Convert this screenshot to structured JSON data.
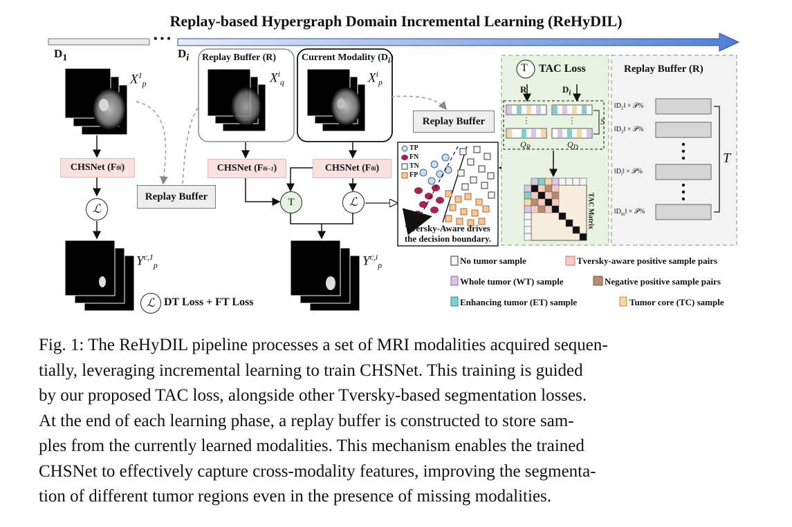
{
  "title": "Replay-based Hypergraph Domain Incremental Learning (ReHyDIL)",
  "timeline": {
    "d1": "D",
    "d1_sub": "1",
    "dots": "• • •",
    "di": "D",
    "di_sub": "i"
  },
  "left": {
    "x_label": "X",
    "x_sup": "1",
    "x_sub": "p",
    "net": "CHSNet (F",
    "net_sub": "θi",
    "net_close": ")",
    "loss_symbol": "ℒ",
    "y_label": "Y",
    "y_sup": "c,1",
    "y_sub": "p"
  },
  "replay_buffer_small": "Replay Buffer",
  "middle": {
    "rb_title": "Replay Buffer  (R)",
    "rb_x": "X",
    "rb_x_sup": "i",
    "rb_x_sub": "q",
    "cm_title": "Current Modality (D",
    "cm_title_sub": "i",
    "cm_title_close": ")",
    "cm_x": "X",
    "cm_x_sup": "i",
    "cm_x_sub": "p",
    "net_prev": "CHSNet (F",
    "net_prev_sub": "θi−1",
    "net_prev_close": ")",
    "net_cur": "CHSNet (F",
    "net_cur_sub": "θi",
    "net_cur_close": ")",
    "t_symbol": "T",
    "loss_symbol": "ℒ",
    "y_label": "Y",
    "y_sup": "c,i",
    "y_sub": "p",
    "right_replay": "Replay Buffer"
  },
  "scatter": {
    "legend": [
      "TP",
      "FN",
      "TN",
      "FP"
    ],
    "caption_line1": "Tversky-Aware drives",
    "caption_line2": "the decision boundary."
  },
  "tac": {
    "t_symbol": "T",
    "title": "TAC Loss",
    "r_label": "R",
    "d_label": "D",
    "d_sub": "i",
    "s_label": "S",
    "qr": "Q",
    "qr_sub": "R",
    "qd": "Q",
    "qd_sub": "D",
    "matrix_label": "TAC Matrix"
  },
  "replay_panel": {
    "title": "Replay Buffer (R)",
    "rows": [
      {
        "pre": "‖D",
        "sub": "1",
        "post": "‖ × 𝒫%"
      },
      {
        "pre": "‖D",
        "sub": "2",
        "post": "‖ × 𝒫%"
      },
      {
        "pre": "‖D",
        "sub": "i",
        "post": "‖ × 𝒫%"
      },
      {
        "pre": "‖D",
        "sub": "m",
        "post": "‖ × 𝒫%"
      }
    ],
    "t_label": "T"
  },
  "loss_legend": {
    "symbol": "ℒ",
    "text": "DT Loss + FT Loss"
  },
  "legend": {
    "no_tumor": "No tumor sample",
    "tversky_pairs": "Tversky-aware positive sample pairs",
    "wt": "Whole tumor (WT) sample",
    "neg_pairs": "Negative positive sample pairs",
    "et": "Enhancing tumor (ET) sample",
    "tc": "Tumor core (TC) sample"
  },
  "colors": {
    "no_tumor": "#f6f6f6",
    "tversky": "#f6c9c4",
    "wt": "#d9c6e6",
    "neg": "#b78b70",
    "et": "#7fcfcf",
    "tc": "#f6d8a4",
    "fn": "#a8234f",
    "tp": "#c9dcf2"
  },
  "caption": [
    "Fig. 1: The ReHyDIL pipeline processes a set of MRI modalities acquired sequen-",
    "tially, leveraging incremental learning to train CHSNet. This training is guided",
    "by our proposed TAC loss, alongside other Tversky-based segmentation losses.",
    "At the end of each learning phase, a replay buffer is constructed to store sam-",
    "ples from the currently learned modalities. This mechanism enables the trained",
    "CHSNet to effectively capture cross-modality features, improving the segmenta-",
    "tion of different tumor regions even in the presence of missing modalities."
  ]
}
